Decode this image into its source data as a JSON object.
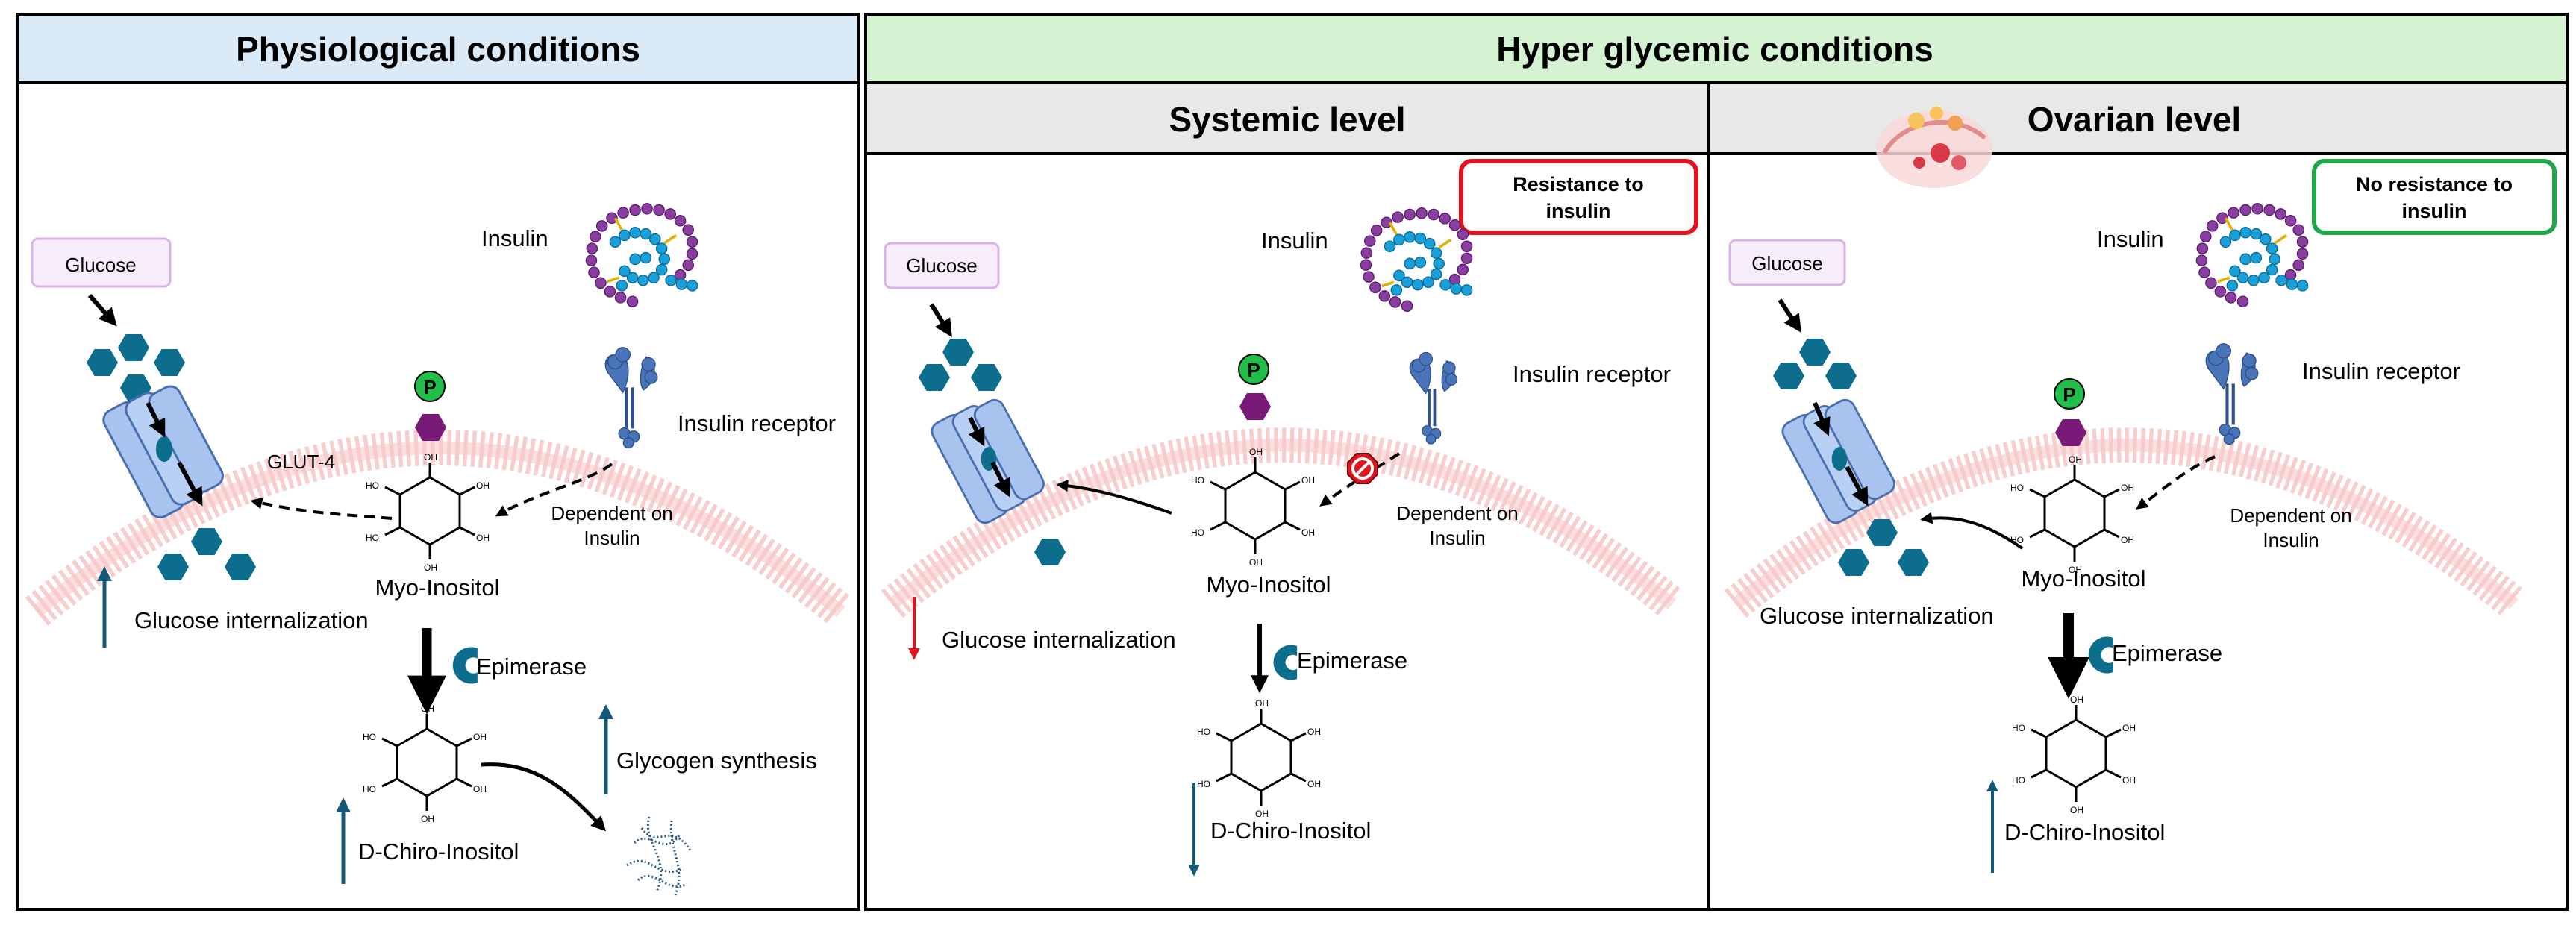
{
  "panels": {
    "physiological": {
      "title": "Physiological conditions",
      "glucose": "Glucose",
      "insulin": "Insulin",
      "glut4": "GLUT-4",
      "dependent_line1": "Dependent on",
      "dependent_line2": "Insulin",
      "insulin_receptor": "Insulin receptor",
      "phosphate": "P",
      "myo_inositol": "Myo-Inositol",
      "epimerase": "Epimerase",
      "glucose_internalization": "Glucose internalization",
      "glycogen_synthesis": "Glycogen synthesis",
      "d_chiro_inositol": "D-Chiro-Inositol"
    },
    "hyperglycemic": {
      "title": "Hyper glycemic conditions",
      "systemic": {
        "title": "Systemic level",
        "resistance_box_line1": "Resistance to",
        "resistance_box_line2": "insulin",
        "glucose": "Glucose",
        "insulin": "Insulin",
        "insulin_receptor": "Insulin receptor",
        "phosphate": "P",
        "dependent_line1": "Dependent on",
        "dependent_line2": "Insulin",
        "myo_inositol": "Myo-Inositol",
        "epimerase": "Epimerase",
        "glucose_internalization": "Glucose internalization",
        "d_chiro_inositol": "D-Chiro-Inositol"
      },
      "ovarian": {
        "title": "Ovarian level",
        "no_resistance_box_line1": "No resistance to",
        "no_resistance_box_line2": "insulin",
        "glucose": "Glucose",
        "insulin": "Insulin",
        "insulin_receptor": "Insulin receptor",
        "phosphate": "P",
        "dependent_line1": "Dependent on",
        "dependent_line2": "Insulin",
        "myo_inositol": "Myo-Inositol",
        "epimerase": "Epimerase",
        "glucose_internalization": "Glucose internalization",
        "d_chiro_inositol": "D-Chiro-Inositol"
      }
    }
  },
  "colors": {
    "physio_header_bg": "#dbeaf7",
    "hyper_header_bg": "#d5f2d3",
    "sub_header_bg": "#e8e8e8",
    "glucose_hex": "#0c6e8c",
    "phosphate_green": "#1fbf4a",
    "purple_hex": "#7a1a78",
    "resistance_red": "#e0141e",
    "no_resistance_green": "#21a64a",
    "up_arrow": "#145a78",
    "down_arrow_red": "#e0141e",
    "membrane_pink": "#f7c3c3"
  },
  "icons": [
    "glucose-hexagon-icon",
    "glut4-transporter-icon",
    "insulin-chain-icon",
    "insulin-receptor-icon",
    "phosphate-icon",
    "inositol-structure-icon",
    "epimerase-enzyme-icon",
    "glycogen-icon",
    "stop-sign-icon",
    "ovary-icon"
  ]
}
